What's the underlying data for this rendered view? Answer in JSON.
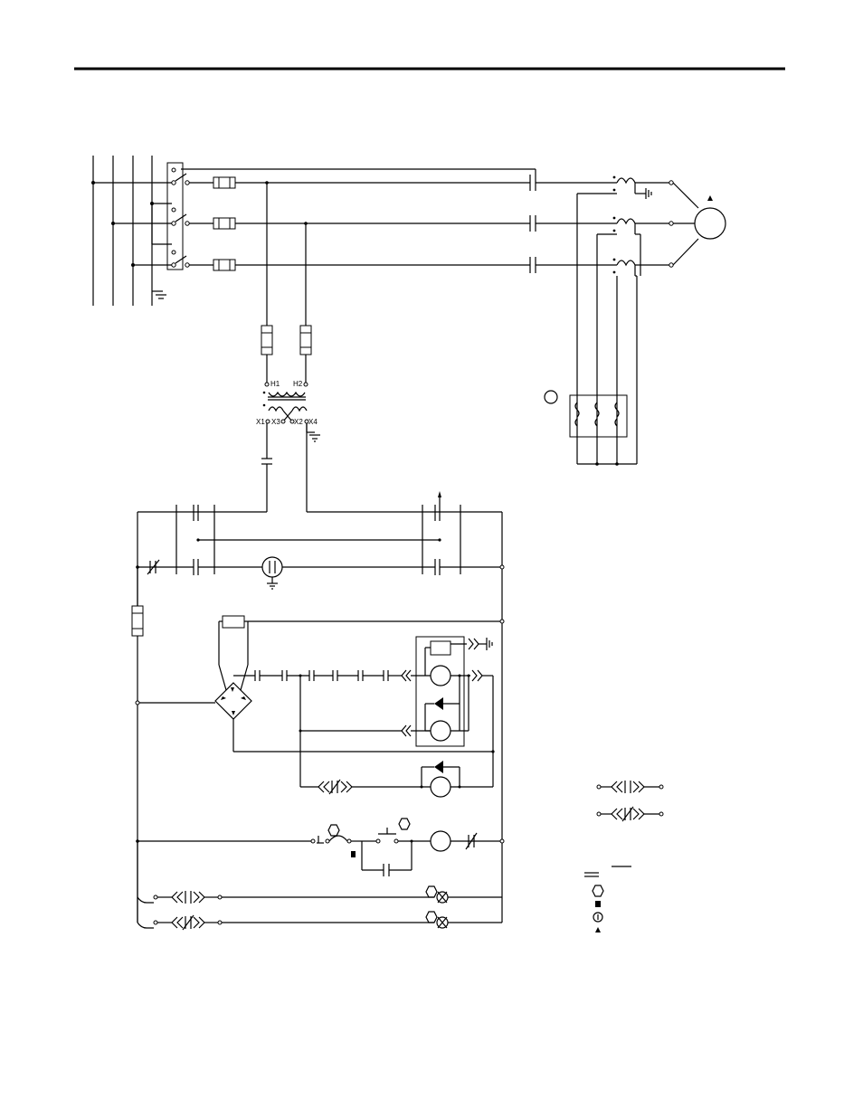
{
  "transformer": {
    "h1": "H1",
    "h2": "H2",
    "x1": "X1",
    "x3": "X3",
    "x2": "X2",
    "x4": "X4"
  },
  "colors": {
    "ink": "#000000",
    "paper": "#ffffff"
  },
  "icons": {
    "motor": "motor-circle-icon",
    "ground": "ground-icon",
    "fuse": "fuse-icon",
    "contact_no": "normally-open-contact-icon",
    "contact_nc": "normally-closed-contact-icon",
    "coil": "relay-coil-icon",
    "diode": "diode-icon",
    "pilot_lamp": "pilot-lamp-icon",
    "legend_hexagon": "hexagon-marker-icon",
    "legend_square": "square-marker-icon",
    "legend_circle": "circle-marker-icon",
    "legend_triangle": "triangle-marker-icon"
  }
}
